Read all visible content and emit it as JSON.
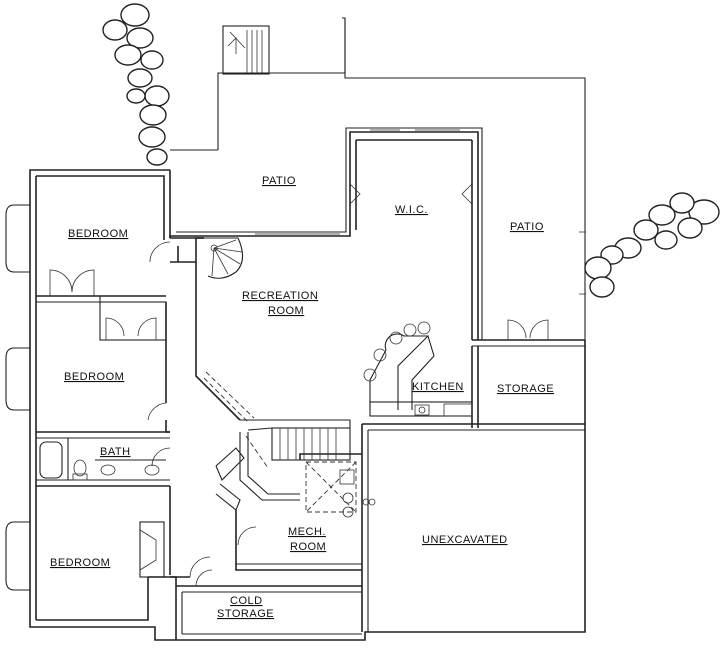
{
  "rooms": {
    "patio_top": "PATIO",
    "wic": "W.I.C.",
    "patio_right": "PATIO",
    "bedroom_1": "BEDROOM",
    "bedroom_2": "BEDROOM",
    "bedroom_3": "BEDROOM",
    "recreation_line1": "RECREATION",
    "recreation_line2": "ROOM",
    "kitchen": "KITCHEN",
    "storage": "STORAGE",
    "bath": "BATH",
    "mech_line1": "MECH.",
    "mech_line2": "ROOM",
    "unexcavated": "UNEXCAVATED",
    "cold_line1": "COLD",
    "cold_line2": "STORAGE"
  }
}
